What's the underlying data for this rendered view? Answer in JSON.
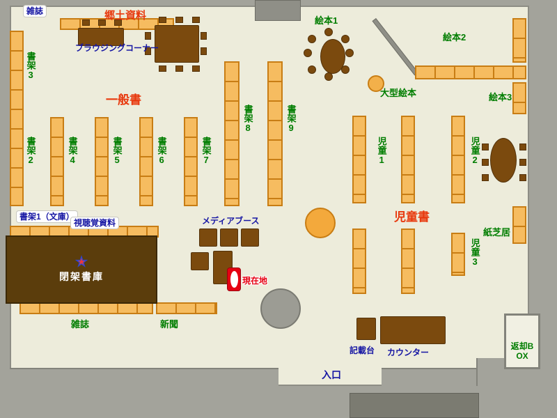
{
  "colors": {
    "floor": "#edecdb",
    "wall": "#a3a39b",
    "shelf": "#f6bc60",
    "shelf_border": "#c87d14",
    "table_brown": "#7b4a0e",
    "closed_stacks_brown": "#5b3d0c",
    "label_green": "#007d00",
    "label_blue": "#1515a3",
    "label_red": "#e8380d",
    "marker_red": "#e60012"
  },
  "labels": {
    "zasshi_top": "雑誌",
    "kyodo_shiryo": "郷土資料",
    "browsing_corner": "ブラウジングコーナー",
    "ehon1": "絵本1",
    "ehon2": "絵本2",
    "ehon3": "絵本3",
    "ogata_ehon": "大型絵本",
    "shoka3": "書架3",
    "shoka2": "書架2",
    "ippansho": "一般書",
    "shoka4": "書架4",
    "shoka5": "書架5",
    "shoka6": "書架6",
    "shoka7": "書架7",
    "shoka8": "書架8",
    "shoka9": "書架9",
    "shoka1_bunko": "書架1（文庫）",
    "shichokaku_shiryo": "視聴覚資料",
    "heika_shoko": "閉架書庫",
    "media_booth": "メディアブース",
    "genzaichi": "現在地",
    "zasshi_bottom": "雑誌",
    "shinbun": "新聞",
    "jido1": "児童1",
    "jido2": "児童2",
    "jido3": "児童3",
    "jidosho": "児童書",
    "kamishibai": "紙芝居",
    "kisaidai": "記載台",
    "counter": "カウンター",
    "henkyaku_box": "返却BOX",
    "iriguchi": "入口"
  }
}
